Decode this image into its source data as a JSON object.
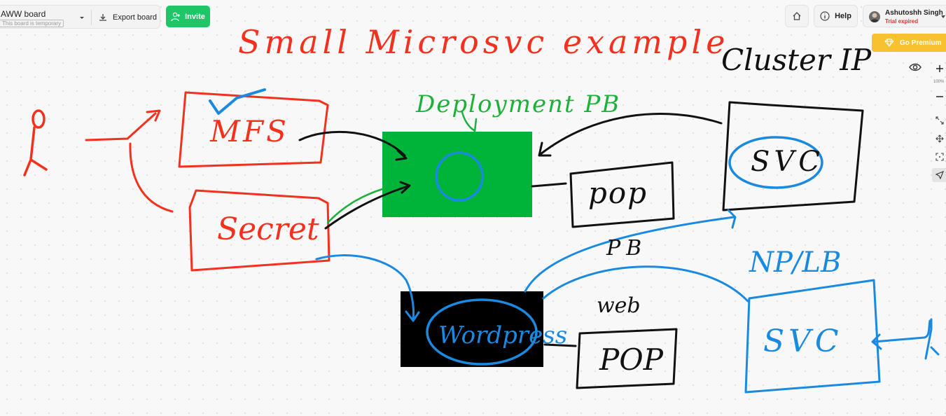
{
  "header": {
    "board_name": "AWW board",
    "temporary_note": "This board is temporary",
    "export_label": "Export board",
    "invite_label": "Invite",
    "help_label": "Help",
    "user_name": "Ashutoshh Singh",
    "trial_status": "Trial expired",
    "premium_label": "Go Premium"
  },
  "tools": {
    "zoom_level": "100%"
  },
  "colors": {
    "red_ink": "#f2321f",
    "green_ink": "#1db03a",
    "black_ink": "#111111",
    "blue_ink": "#1a8ae0",
    "deployment_fill": "#00b43a",
    "invite_green": "#1ec667",
    "premium_yellow": "#f7c12f"
  },
  "handwriting": {
    "title": "Small Microsvc example",
    "deployment": "Deployment PB",
    "cluster_ip": "Cluster IP",
    "cfg": "MFS",
    "secret": "Secret",
    "pod_top": "pop",
    "pb": "PB",
    "wordpress": "Wordpress",
    "web": "web",
    "pod_bottom": "POP",
    "svc_top": "SVC",
    "np_lb": "NP/LB",
    "svc_bottom": "SVC"
  }
}
